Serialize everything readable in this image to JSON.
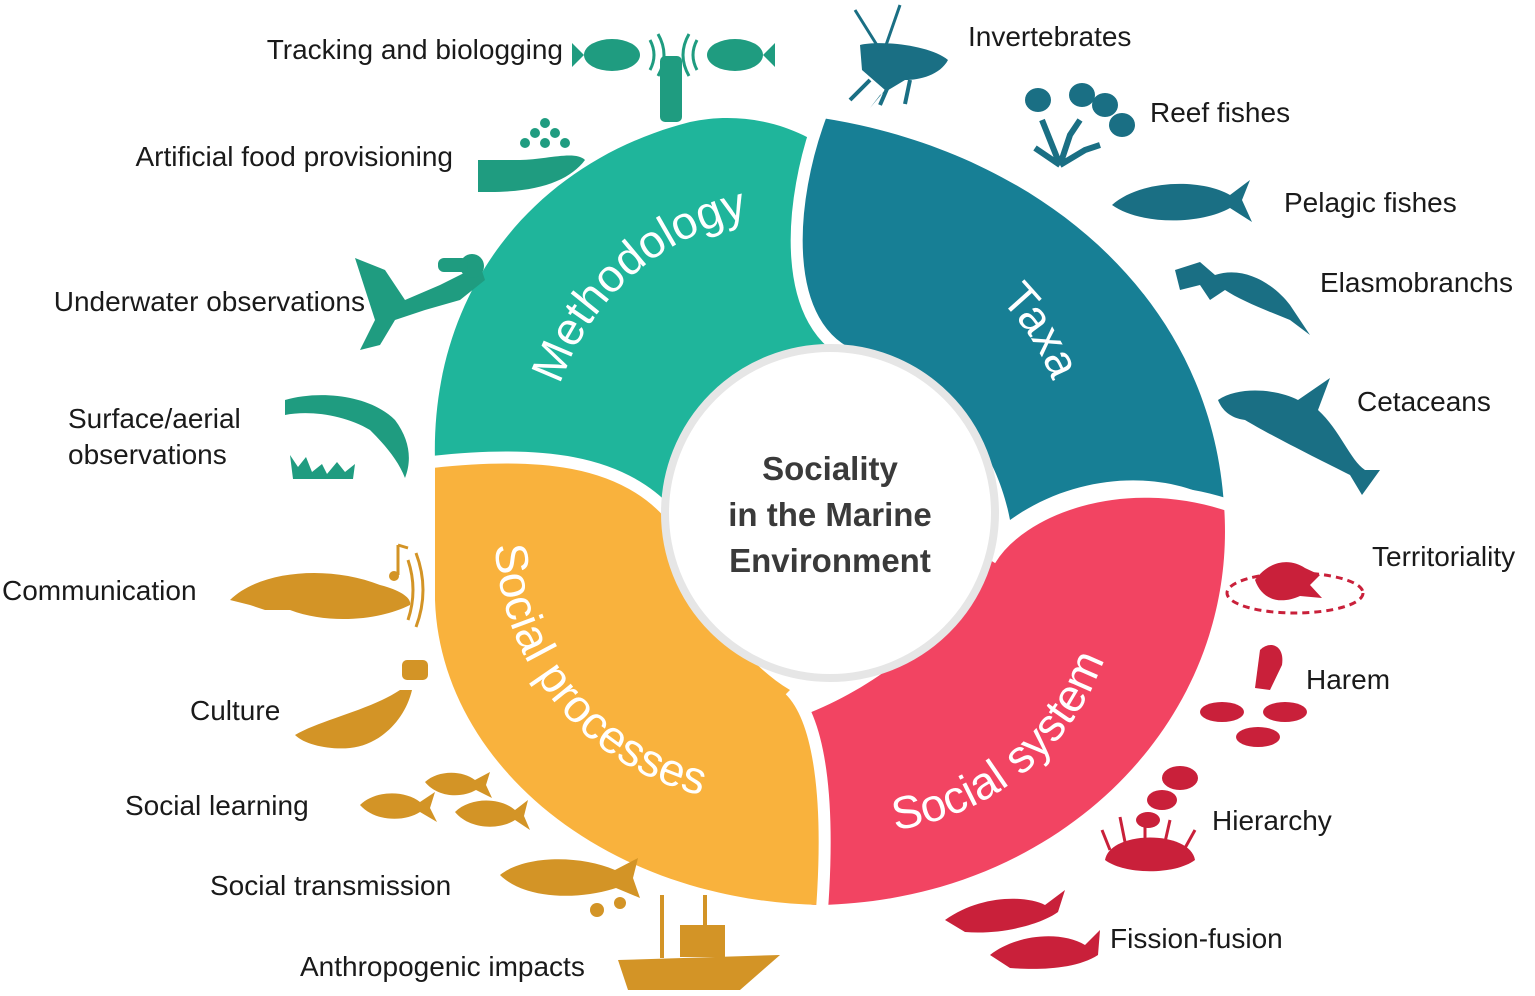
{
  "center": {
    "lines": [
      "Sociality",
      "in the Marine",
      "Environment"
    ]
  },
  "segments": {
    "methodology": {
      "label": "Methodology",
      "color": "#1fb59b"
    },
    "taxa": {
      "label": "Taxa",
      "color": "#177f95"
    },
    "social_system": {
      "label": "Social system",
      "color": "#f24462"
    },
    "social_processes": {
      "label": "Social processes",
      "color": "#f9b23d"
    }
  },
  "icon_colors": {
    "methodology": "#1f9c80",
    "taxa": "#1a6f84",
    "social_system": "#c9203a",
    "social_processes": "#d39426"
  },
  "methodology_items": [
    {
      "label": "Tracking and biologging",
      "icon": "tracking-fish-tag-icon"
    },
    {
      "label": "Artificial food provisioning",
      "icon": "hand-food-icon"
    },
    {
      "label": "Underwater observations",
      "icon": "scuba-diver-icon"
    },
    {
      "label": "Surface/aerial",
      "label2": "observations",
      "icon": "jumping-dolphin-icon"
    }
  ],
  "taxa_items": [
    {
      "label": "Invertebrates",
      "icon": "lobster-icon"
    },
    {
      "label": "Reef fishes",
      "icon": "reef-fish-coral-icon"
    },
    {
      "label": "Pelagic fishes",
      "icon": "tuna-icon"
    },
    {
      "label": "Elasmobranchs",
      "icon": "hammerhead-shark-icon"
    },
    {
      "label": "Cetaceans",
      "icon": "orca-icon"
    }
  ],
  "social_system_items": [
    {
      "label": "Territoriality",
      "icon": "triggerfish-territory-icon"
    },
    {
      "label": "Harem",
      "icon": "harem-fish-icon"
    },
    {
      "label": "Hierarchy",
      "icon": "clownfish-anemone-icon"
    },
    {
      "label": "Fission-fusion",
      "icon": "dolphins-pair-icon"
    }
  ],
  "social_processes_items": [
    {
      "label": "Communication",
      "icon": "humpback-whale-song-icon"
    },
    {
      "label": "Culture",
      "icon": "dolphin-sponge-icon"
    },
    {
      "label": "Social learning",
      "icon": "grouper-school-icon"
    },
    {
      "label": "Social transmission",
      "icon": "salmon-pathogen-icon"
    },
    {
      "label": "Anthropogenic impacts",
      "icon": "fishing-boat-icon"
    }
  ]
}
